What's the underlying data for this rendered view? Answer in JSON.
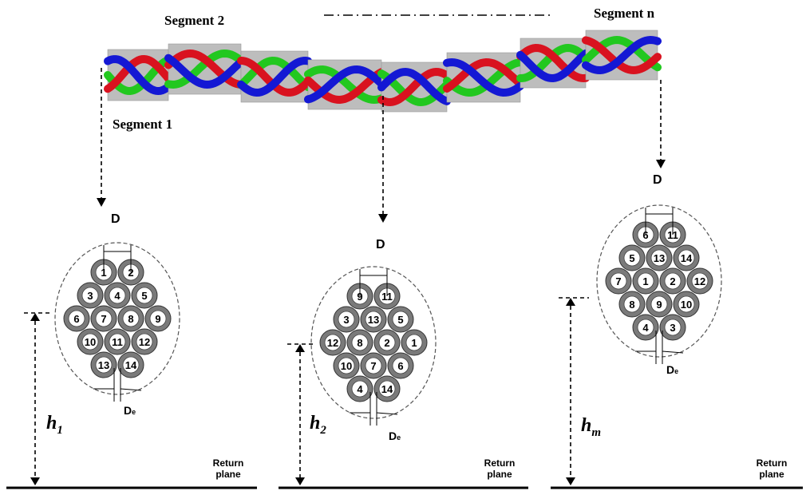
{
  "segments": {
    "label_1": "Segment  1",
    "label_2": "Segment 2",
    "label_n": "Segment  n"
  },
  "colors": {
    "red": "#d9121f",
    "green": "#22c81f",
    "blue": "#1418d4",
    "band": "#bdbdbd",
    "ring": "#7a7a7a"
  },
  "panels": [
    {
      "diameter_label": "D",
      "strand_diameter_label": "De",
      "height_label": "h",
      "height_sub": "1",
      "return_plane": [
        "Return",
        "plane"
      ],
      "rows": [
        [
          "1",
          "2"
        ],
        [
          "3",
          "4",
          "5"
        ],
        [
          "6",
          "7",
          "8",
          "9"
        ],
        [
          "10",
          "11",
          "12"
        ],
        [
          "13",
          "14"
        ]
      ]
    },
    {
      "diameter_label": "D",
      "strand_diameter_label": "De",
      "height_label": "h",
      "height_sub": "2",
      "return_plane": [
        "Return",
        "plane"
      ],
      "rows": [
        [
          "9",
          "11"
        ],
        [
          "3",
          "13",
          "5"
        ],
        [
          "12",
          "8",
          "2",
          "1"
        ],
        [
          "10",
          "7",
          "6"
        ],
        [
          "4",
          "14"
        ]
      ]
    },
    {
      "diameter_label": "D",
      "strand_diameter_label": "De",
      "height_label": "h",
      "height_sub": "m",
      "return_plane": [
        "Return",
        "plane"
      ],
      "rows": [
        [
          "6",
          "11"
        ],
        [
          "5",
          "13",
          "14"
        ],
        [
          "7",
          "1",
          "2",
          "12"
        ],
        [
          "8",
          "9",
          "10"
        ],
        [
          "4",
          "3"
        ]
      ]
    }
  ]
}
